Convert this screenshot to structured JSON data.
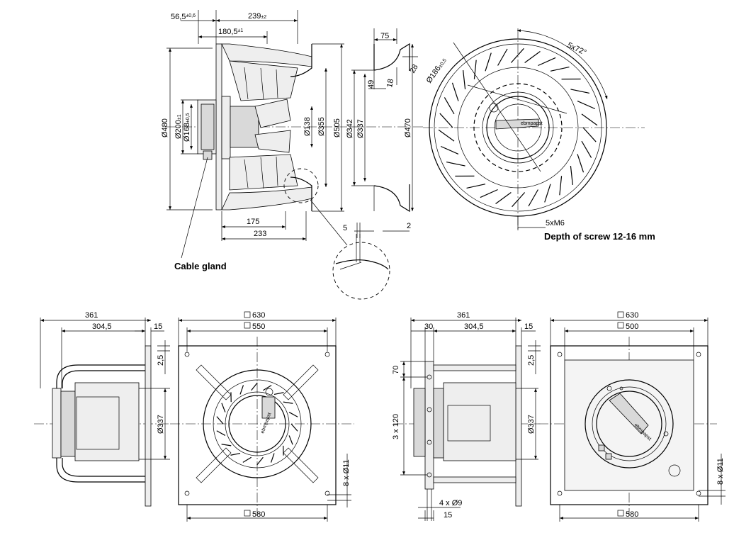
{
  "labels": {
    "cable_gland": "Cable gland",
    "screw_spec": "5xM6",
    "screw_depth": "Depth of screw 12-16 mm",
    "pitch_angle": "5x72°",
    "hole_dia": "8 x Ø11",
    "hole_dia_b": "8 x Ø11",
    "slot": "4 x Ø9"
  },
  "side_view": {
    "d56": "56,5",
    "d56_tol": "±0,6",
    "d239": "239",
    "d239_tol": "±2",
    "d180": "180,5",
    "d180_tol": "±1",
    "d175": "175",
    "d233": "233",
    "d480": "Ø480",
    "d200": "Ø200",
    "d200_tol": "±1",
    "d168": "Ø168",
    "d168_tol": "±0,5",
    "d138": "Ø138",
    "d355": "Ø355",
    "d505": "Ø505"
  },
  "nozzle_view": {
    "d75": "75",
    "d28": "28",
    "d49": "49",
    "d18": "18",
    "d342": "Ø342",
    "d337": "Ø337",
    "d470": "Ø470",
    "d5": "5",
    "d2": "2"
  },
  "front_view": {
    "d186": "Ø186",
    "d186_tol": "±0,5",
    "logo": "ebmpapst"
  },
  "bottom_left": {
    "d361": "361",
    "d304": "304,5",
    "d15": "15",
    "d25": "2,5",
    "d337": "Ø337",
    "sq630": "630",
    "sq550": "550",
    "sq580": "580"
  },
  "bottom_right": {
    "d361": "361",
    "d30": "30",
    "d304": "304,5",
    "d15": "15",
    "d25": "2,5",
    "d70": "70",
    "d3x120": "3 x 120",
    "d337": "Ø337",
    "d15b": "15",
    "sq630": "630",
    "sq500": "500",
    "sq580": "580"
  }
}
